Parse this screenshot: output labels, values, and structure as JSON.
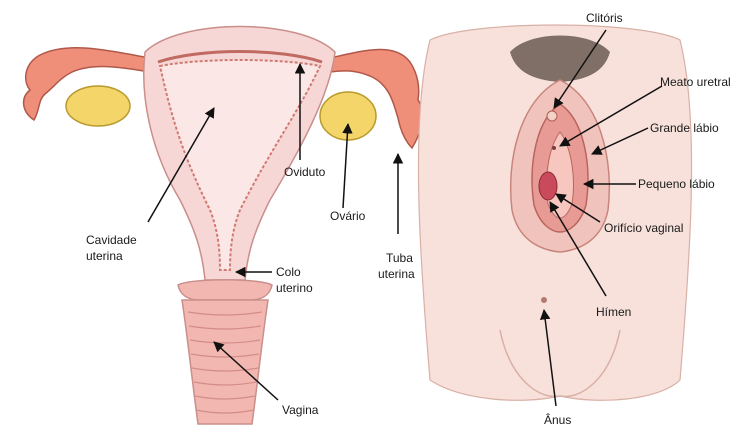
{
  "colors": {
    "uterus_fill": "#f6d7d6",
    "uterus_inner": "#fbe8e6",
    "tube_fill": "#ef8f7a",
    "ovary_fill": "#f3d56a",
    "vagina_fill": "#f2b7b1",
    "skin": "#f7e1da",
    "labia": "#e89b94",
    "hair": "#6b5a52"
  },
  "left_labels": {
    "oviduto": "Oviduto",
    "ovario": "Ovário",
    "cavidade_1": "Cavidade",
    "cavidade_2": "uterina",
    "colo_1": "Colo",
    "colo_2": "uterino",
    "tuba_1": "Tuba",
    "tuba_2": "uterina",
    "vagina": "Vagina"
  },
  "right_labels": {
    "clitoris": "Clitóris",
    "meato": "Meato uretral",
    "grande": "Grande lábio",
    "pequeno": "Pequeno lábio",
    "orificio": "Orifício vaginal",
    "himen": "Hímen",
    "anus": "Ânus"
  }
}
